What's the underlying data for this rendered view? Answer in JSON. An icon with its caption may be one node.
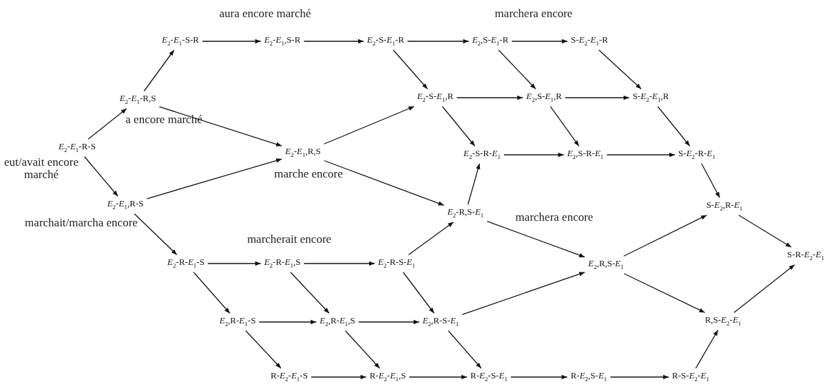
{
  "diagram": {
    "nodes": [
      {
        "text": [
          "*E*$_{2}$-*E*$_{1}$-R-S"
        ],
        "beside": [
          "eut/avait encore marché"
        ]
      },
      {
        "text": [
          "*E*$_{2}$-*E*$_{1}$-R,S"
        ],
        "beside": [
          "a encore marché"
        ]
      },
      {
        "text": [
          "*E*$_{2}$-*E*$_{1}$-S-R"
        ]
      },
      {
        "text": [
          "*E*$_{2}$-*E*$_{1}$,S-R"
        ]
      },
      {
        "text": [
          "*E*$_{2}$-S-*E*$_{1}$-R"
        ]
      },
      {
        "text": [
          "*E*$_{2}$,S-*E*$_{1}$-R"
        ]
      },
      {
        "text": [
          "S-*E*$_{2}$-*E*$_{1}$-R"
        ]
      },
      {
        "text": [
          "*E*$_{2}$-S-*E*$_{1}$,R"
        ]
      },
      {
        "text": [
          "*E*$_{2}$,S-*E*$_{1}$,R"
        ]
      },
      {
        "text": [
          "S-*E*$_{2}$-*E*$_{1}$,R"
        ]
      },
      {
        "text": [
          "*E*$_{2}$-S-R-*E*$_{1}$"
        ]
      },
      {
        "text": [
          "*E*$_{2}$,S-R-*E*$_{1}$"
        ]
      },
      {
        "text": [
          "S-*E*$_{2}$-R-*E*$_{1}$"
        ]
      },
      {
        "text": [
          "*E*$_{2}$-*E*$_{1}$,R,S"
        ],
        "beside": [
          "marche encore"
        ]
      },
      {
        "text": [
          "*E*$_{2}$-*E*$_{1}$,R-S"
        ],
        "beside": [
          "marchait/marcha encore"
        ]
      },
      {
        "text": [
          "*E*$_{2}$-R,S-*E*$_{1}$"
        ]
      },
      {
        "text": [
          "S-*E*$_{2}$,R-*E*$_{1}$"
        ]
      },
      {
        "text": [
          "*E*$_{2}$-R-*E*$_{1}$-S"
        ]
      },
      {
        "text": [
          "*E*$_{2}$-R-*E*$_{1}$,S"
        ]
      },
      {
        "text": [
          "*E*$_{2}$-R-S-*E*$_{1}$"
        ]
      },
      {
        "text": [
          "*E*$_{2}$,R,S-*E*$_{1}$"
        ]
      },
      {
        "text": [
          "S-R-*E*$_{2}$-*E*$_{1}$"
        ]
      },
      {
        "text": [
          "*E*$_{2}$,R-*E*$_{1}$-S"
        ]
      },
      {
        "text": [
          "*E*$_{2}$,R-*E*$_{1}$,S"
        ]
      },
      {
        "text": [
          "*E*$_{2}$,R-S-*E*$_{1}$"
        ]
      },
      {
        "text": [
          "R,S-*E*$_{2}$-*E*$_{1}$"
        ]
      },
      {
        "text": [
          "R-*E*$_{2}$-*E*$_{1}$-S"
        ]
      },
      {
        "text": [
          "R-*E*$_{2}$-*E*$_{1}$,S"
        ]
      },
      {
        "text": [
          "R-*E*$_{2}$-S-*E*$_{1}$"
        ]
      },
      {
        "text": [
          "R-*E*$_{2}$,S-*E*$_{1}$"
        ]
      },
      {
        "text": [
          "R-S-*E*$_{2}$-*E*$_{1}$"
        ]
      }
    ],
    "edges": [
      {
        "from": 0,
        "to": 1,
        "arrow": "to"
      },
      {
        "from": 0,
        "to": 14,
        "arrow": "to"
      },
      {
        "from": 1,
        "to": 2,
        "arrow": "to"
      },
      {
        "from": 1,
        "to": 13,
        "arrow": "to"
      },
      {
        "from": 14,
        "to": 13,
        "arrow": "to"
      },
      {
        "from": 14,
        "to": 17,
        "arrow": "to"
      },
      {
        "from": 2,
        "to": 3,
        "arrow": "to"
      },
      {
        "from": 3,
        "to": 4,
        "arrow": "to"
      },
      {
        "from": 4,
        "to": 5,
        "arrow": "to"
      },
      {
        "from": 5,
        "to": 6,
        "arrow": "to"
      },
      {
        "from": 4,
        "to": 7,
        "arrow": "to"
      },
      {
        "from": 5,
        "to": 8,
        "arrow": "to"
      },
      {
        "from": 6,
        "to": 9,
        "arrow": "to"
      },
      {
        "from": 13,
        "to": 7,
        "arrow": "to"
      },
      {
        "from": 13,
        "to": 15,
        "arrow": "to"
      },
      {
        "from": 7,
        "to": 8,
        "arrow": "to"
      },
      {
        "from": 8,
        "to": 9,
        "arrow": "to"
      },
      {
        "from": 7,
        "to": 10,
        "arrow": "to"
      },
      {
        "from": 8,
        "to": 11,
        "arrow": "to"
      },
      {
        "from": 9,
        "to": 12,
        "arrow": "to"
      },
      {
        "from": 15,
        "to": 10,
        "arrow": "to"
      },
      {
        "from": 10,
        "to": 11,
        "arrow": "to"
      },
      {
        "from": 11,
        "to": 12,
        "arrow": "to"
      },
      {
        "from": 12,
        "to": 16,
        "arrow": "to"
      },
      {
        "from": 15,
        "to": 20,
        "arrow": "to"
      },
      {
        "from": 19,
        "to": 15,
        "arrow": "to"
      },
      {
        "from": 17,
        "to": 18,
        "arrow": "to"
      },
      {
        "from": 18,
        "to": 19,
        "arrow": "to"
      },
      {
        "from": 17,
        "to": 22,
        "arrow": "to"
      },
      {
        "from": 18,
        "to": 23,
        "arrow": "to"
      },
      {
        "from": 19,
        "to": 24,
        "arrow": "to"
      },
      {
        "from": 22,
        "to": 23,
        "arrow": "to"
      },
      {
        "from": 23,
        "to": 24,
        "arrow": "to"
      },
      {
        "from": 22,
        "to": 26,
        "arrow": "to"
      },
      {
        "from": 23,
        "to": 27,
        "arrow": "to"
      },
      {
        "from": 24,
        "to": 28,
        "arrow": "to"
      },
      {
        "from": 24,
        "to": 20,
        "arrow": "to"
      },
      {
        "from": 26,
        "to": 27,
        "arrow": "to"
      },
      {
        "from": 27,
        "to": 28,
        "arrow": "to"
      },
      {
        "from": 28,
        "to": 29,
        "arrow": "to"
      },
      {
        "from": 29,
        "to": 30,
        "arrow": "to"
      },
      {
        "from": 30,
        "to": 25,
        "arrow": "to"
      },
      {
        "from": 20,
        "to": 16,
        "arrow": "to"
      },
      {
        "from": 20,
        "to": 25,
        "arrow": "to"
      },
      {
        "from": 16,
        "to": 21,
        "arrow": "to"
      },
      {
        "from": 25,
        "to": 21,
        "arrow": "to"
      }
    ],
    "labels": [
      "aura encore marché",
      "marchera encore",
      "marcherait encore",
      "marchera encore"
    ]
  }
}
